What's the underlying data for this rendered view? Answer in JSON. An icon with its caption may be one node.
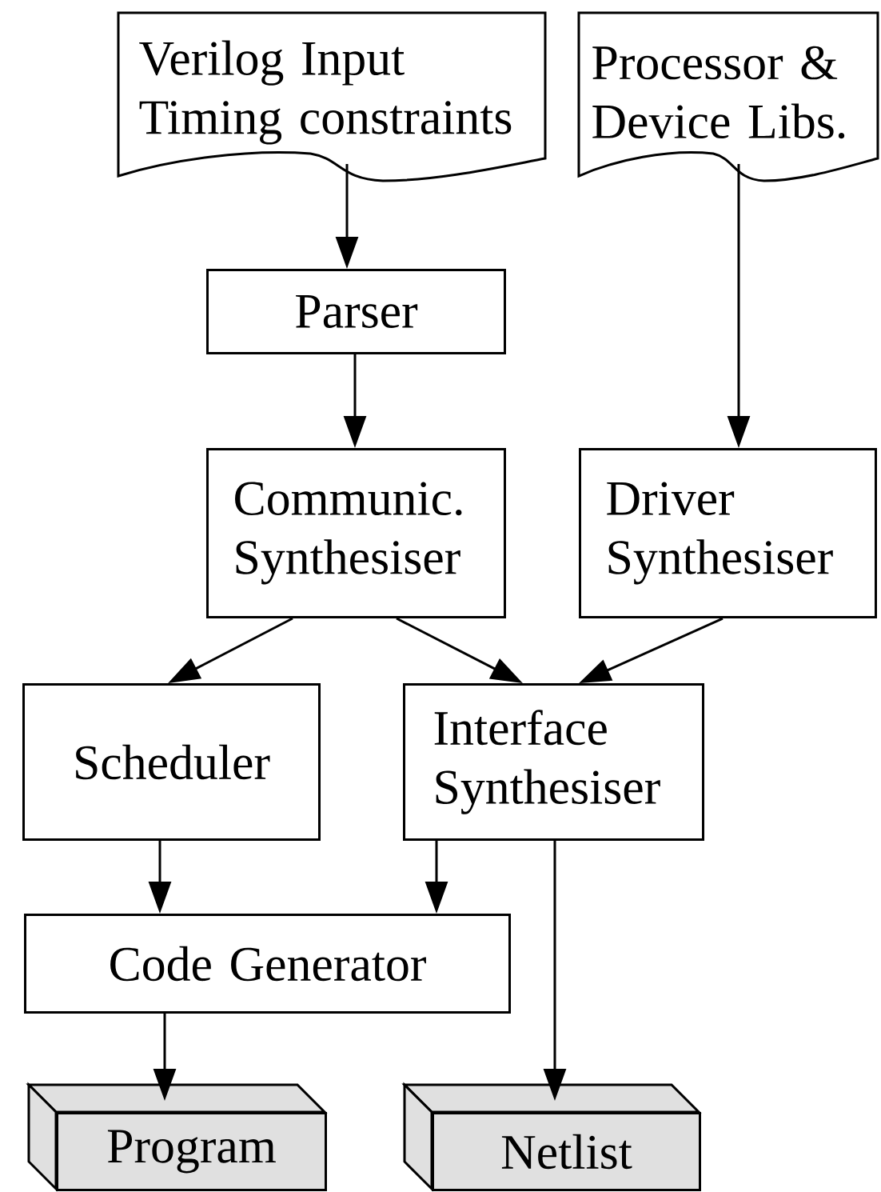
{
  "diagram": {
    "nodes": [
      {
        "text": [
          "Verilog Input Timing constraints"
        ]
      },
      {
        "text": [
          "Processor & Device Libs."
        ]
      },
      {
        "text": [
          "Parser"
        ]
      },
      {
        "text": [
          "Communic. Synthesiser"
        ]
      },
      {
        "text": [
          "Driver Synthesiser"
        ]
      },
      {
        "text": [
          "Scheduler"
        ]
      },
      {
        "text": [
          "Interface Synthesiser"
        ]
      },
      {
        "text": [
          "Code Generator"
        ]
      },
      {
        "text": [
          "Program"
        ]
      },
      {
        "text": [
          "Netlist"
        ]
      }
    ],
    "edges": [
      {
        "from": 0,
        "to": 2,
        "arrow": "to"
      },
      {
        "from": 2,
        "to": 3,
        "arrow": "to"
      },
      {
        "from": 1,
        "to": 4,
        "arrow": "to"
      },
      {
        "from": 3,
        "to": 5,
        "arrow": "to"
      },
      {
        "from": 3,
        "to": 6,
        "arrow": "to"
      },
      {
        "from": 4,
        "to": 6,
        "arrow": "to"
      },
      {
        "from": 5,
        "to": 7,
        "arrow": "to"
      },
      {
        "from": 6,
        "to": 7,
        "arrow": "to"
      },
      {
        "from": 7,
        "to": 8,
        "arrow": "to"
      },
      {
        "from": 6,
        "to": 9,
        "arrow": "to"
      }
    ]
  }
}
